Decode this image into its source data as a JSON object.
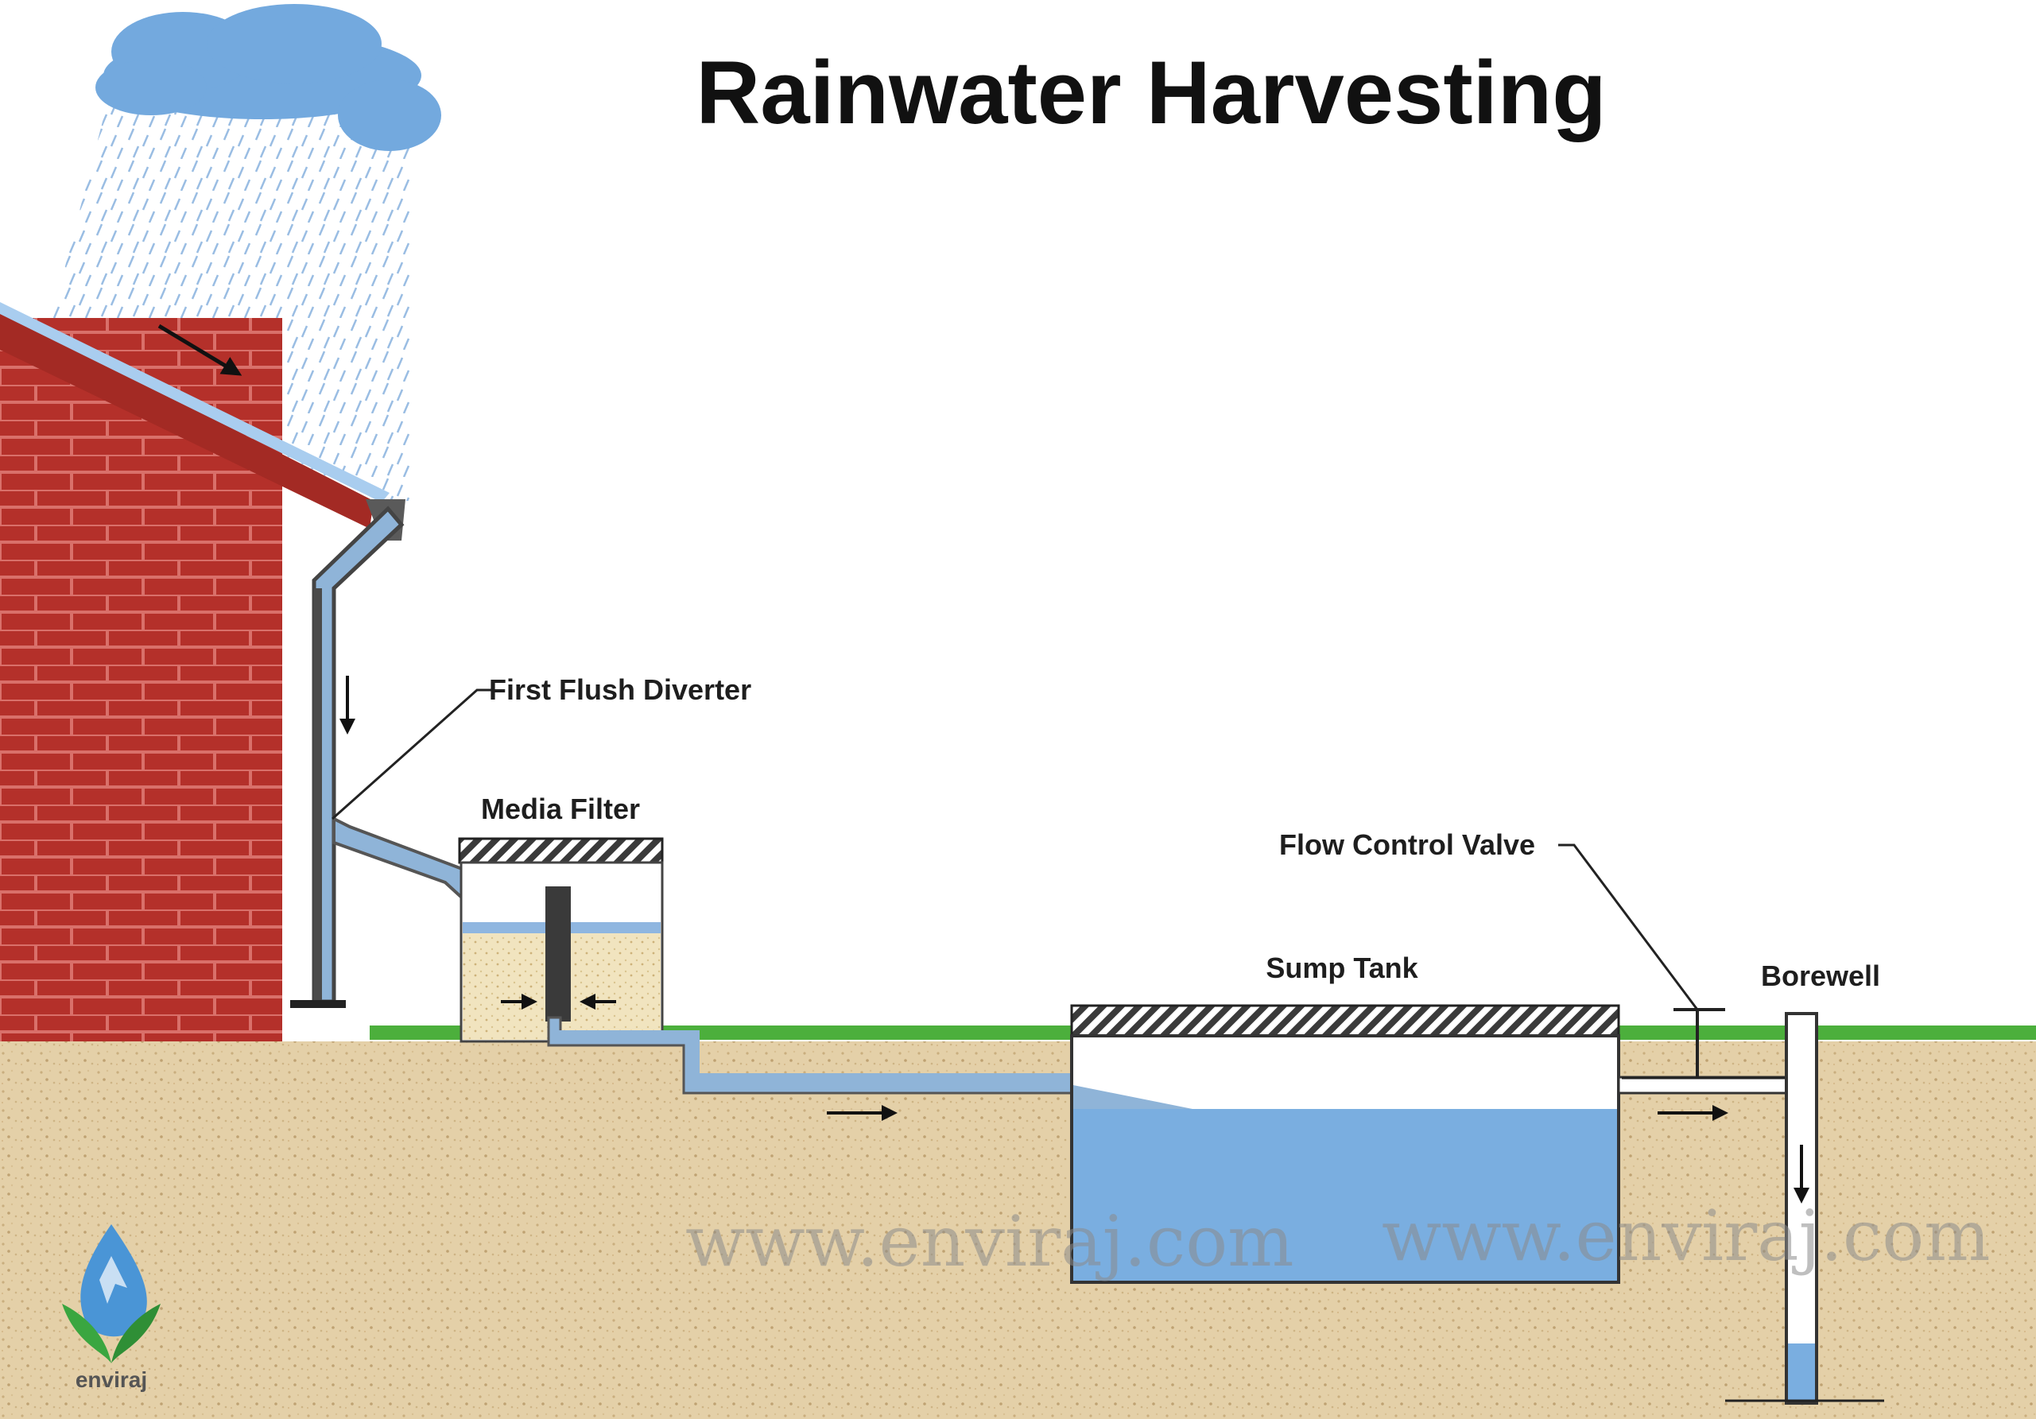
{
  "title": "Rainwater Harvesting",
  "labels": {
    "first_flush_diverter": "First Flush Diverter",
    "media_filter": "Media Filter",
    "flow_control_valve": "Flow Control Valve",
    "sump_tank": "Sump Tank",
    "borewell": "Borewell"
  },
  "watermark": {
    "left": "www.enviraj.com",
    "right": "www.enviraj.com"
  },
  "logo": {
    "name": "enviraj"
  },
  "colors": {
    "water": "#7aaee0",
    "water_light": "#a9cdef",
    "brick": "#b8322c",
    "brick_mortar": "#d0645c",
    "grass": "#4caf3c",
    "soil": "#e3cfa6",
    "cloud": "#73a9de",
    "pipe": "#8fb4d8",
    "pipe_dark": "#4a4a4a"
  },
  "icons": {
    "flow_arrow": "arrow-icon",
    "cloud": "cloud-icon",
    "logo": "water-drop-leaf-icon"
  }
}
